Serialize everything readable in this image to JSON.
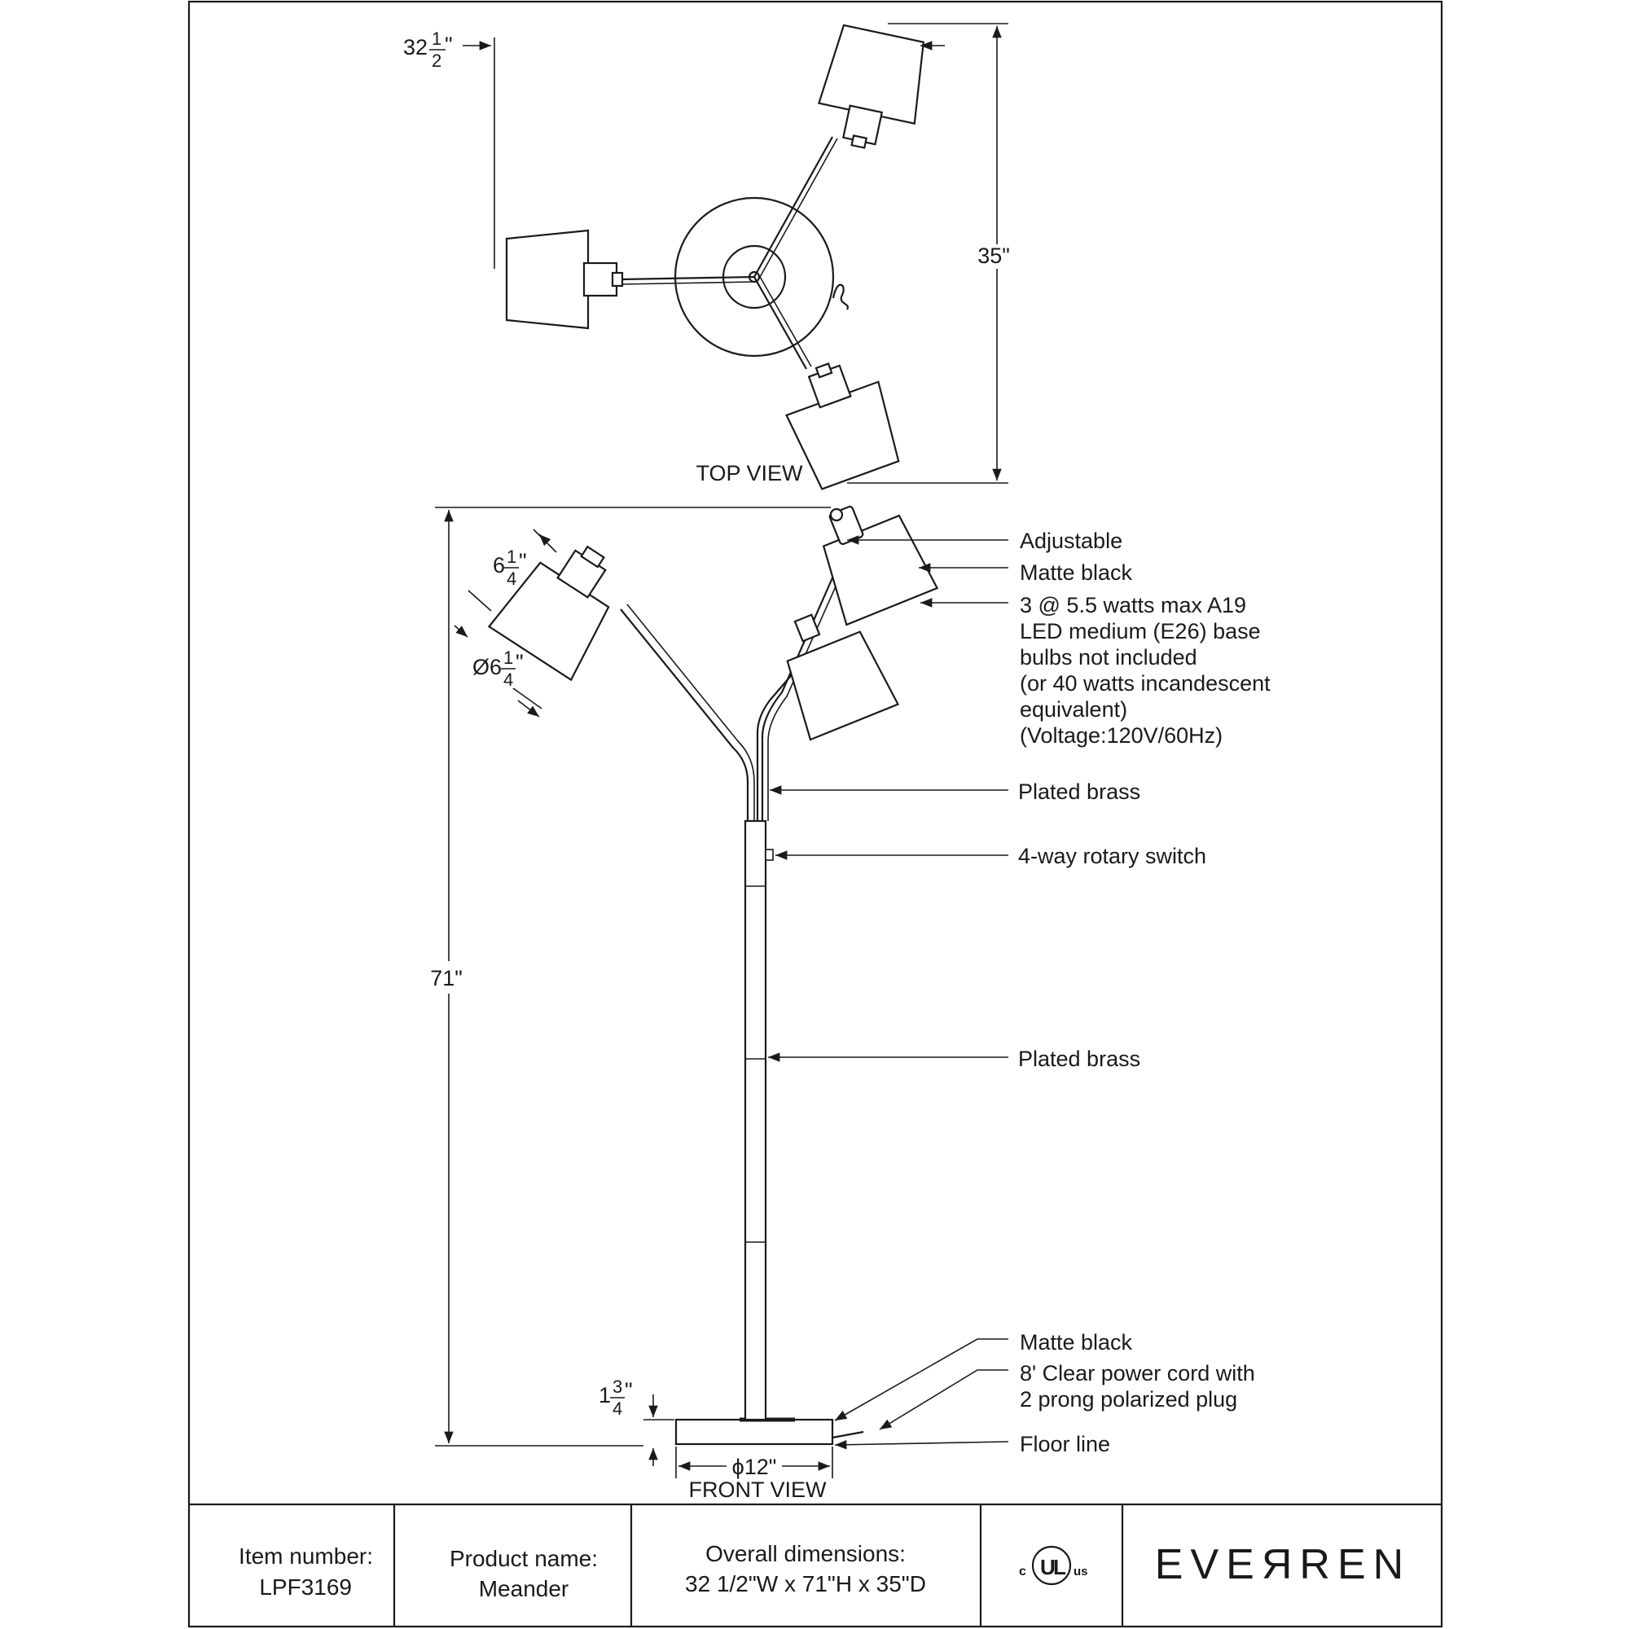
{
  "views": {
    "top_view_label": "TOP VIEW",
    "front_view_label": "FRONT VIEW"
  },
  "dimensions": {
    "width_whole": "32",
    "width_num": "1",
    "width_den": "2",
    "width_unit": "\"",
    "depth": "35\"",
    "height": "71\"",
    "shade_len_whole": "6",
    "shade_len_num": "1",
    "shade_len_den": "4",
    "shade_len_unit": "\"",
    "shade_dia_whole": "Ø6",
    "shade_dia_num": "1",
    "shade_dia_den": "4",
    "shade_dia_unit": "\"",
    "base_h_whole": "1",
    "base_h_num": "3",
    "base_h_den": "4",
    "base_h_unit": "\"",
    "base_dia": "ϕ12\""
  },
  "callouts": [
    {
      "lines": [
        "Adjustable"
      ]
    },
    {
      "lines": [
        "Matte black"
      ]
    },
    {
      "lines": [
        "3 @ 5.5 watts max A19",
        "LED medium (E26) base",
        "bulbs not included",
        "(or 40 watts incandescent",
        "equivalent)",
        "(Voltage:120V/60Hz)"
      ]
    },
    {
      "lines": [
        "Plated brass"
      ]
    },
    {
      "lines": [
        "4-way rotary switch"
      ]
    },
    {
      "lines": [
        "Plated brass"
      ]
    },
    {
      "lines": [
        "Matte black"
      ]
    },
    {
      "lines": [
        "8' Clear power cord with",
        "2 prong polarized plug"
      ]
    },
    {
      "lines": [
        "Floor line"
      ]
    }
  ],
  "title_block": {
    "item_label": "Item number:",
    "item_value": "LPF3169",
    "product_label": "Product name:",
    "product_value": "Meander",
    "dimensions_label": "Overall dimensions:",
    "dimensions_value": "32 1/2\"W x 71\"H x 35\"D",
    "cert_mark_text": "c UL us",
    "brand": "EVERREN"
  }
}
